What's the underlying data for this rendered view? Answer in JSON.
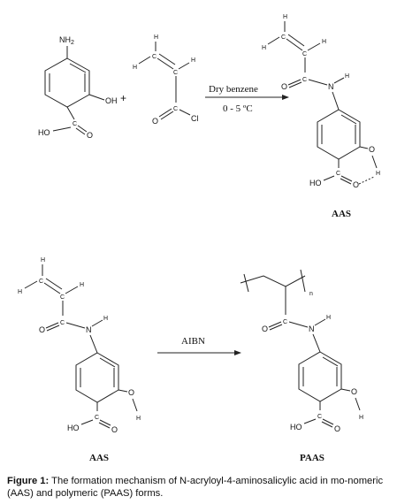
{
  "atoms": {
    "nh2": "NH",
    "nh2_sub": "2",
    "oh": "OH",
    "ho": "HO",
    "o": "O",
    "c": "C",
    "h": "H",
    "n": "N",
    "cl": "Cl"
  },
  "plus": "+",
  "reaction1": {
    "reagent": "Dry benzene",
    "temperature": "0 - 5 ºC",
    "product": "AAS"
  },
  "reaction2": {
    "initiator": "AIBN",
    "reactant": "AAS",
    "product": "PAAS",
    "repeat_subscript": "n"
  },
  "caption": {
    "label": "Figure 1:",
    "text": "The formation mechanism of N-acryloyl-4-aminosalicylic acid in mo-nomeric (AAS) and polymeric (PAAS) forms."
  }
}
